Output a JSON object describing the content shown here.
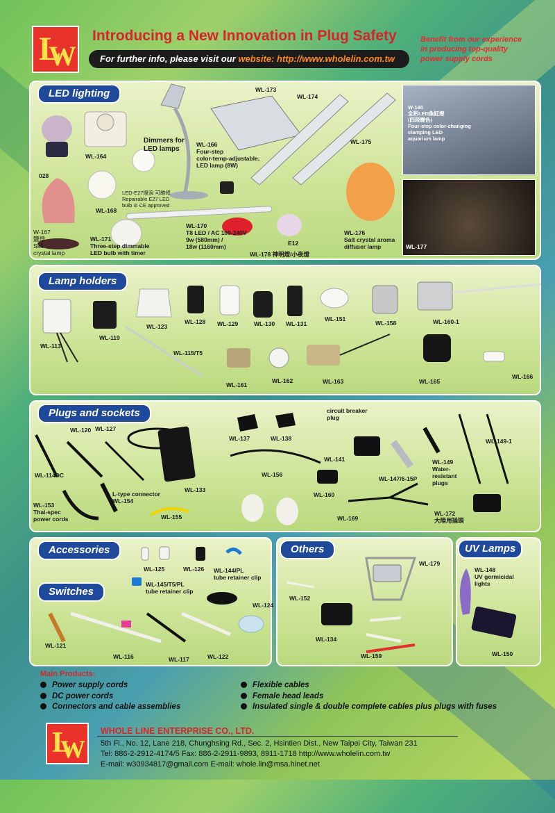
{
  "header": {
    "headline": "Introducing a New Innovation in Plug Safety",
    "info_prefix": "For further info, please visit our ",
    "info_link": "website: http://www.wholelin.com.tw",
    "benefit": [
      "Benefit from our experience",
      "in producing top-quality",
      "power supply cords"
    ]
  },
  "logo": {
    "letters": "LW"
  },
  "sections": {
    "led": "LED lighting",
    "holders": "Lamp holders",
    "plugs": "Plugs and sockets",
    "accessories": "Accessories",
    "switches": "Switches",
    "others": "Others",
    "uv": "UV Lamps"
  },
  "led_labels": {
    "l028": "028",
    "wl164": "WL-164",
    "dimmers": "Dimmers for\nLED lamps",
    "wl166": "WL-166\nFour-step\ncolor-temp-adjustable,\nLED lamp (8W)",
    "wl173": "WL-173",
    "wl174": "WL-174",
    "wl175": "WL-175",
    "wl165": "W-165\n全彩LED魚缸燈\n(四段變色)\nFour-step color-changing\nclamping LED\naquarium lamp",
    "wl168": "WL-168",
    "e27": "LED-E27燈泡 可維修\nRepairable E27 LED\nbulb ⊘ CE approved",
    "wl167": "W-167\n鹽燈\nSalt\ncrystal lamp",
    "wl171": "WL-171\nThree-step dimmable\nLED bulb with timer",
    "wl170": "WL-170\nT8 LED / AC 100-240V\n9w (580mm) /\n18w (1160mm)",
    "e12": "E12",
    "wl178": "WL-178 神明燈/小夜燈",
    "wl176": "WL-176\nSalt crystal aroma\ndiffuser lamp",
    "wl177": "WL-177"
  },
  "holder_labels": [
    "WL-113",
    "WL-119",
    "WL-115/T5",
    "WL-123",
    "WL-128",
    "WL-129",
    "WL-130",
    "WL-131",
    "WL-151",
    "WL-158",
    "WL-160-1",
    "WL-161",
    "WL-162",
    "WL-163",
    "WL-165",
    "WL-166"
  ],
  "plug_labels": {
    "wl114dc": "WL-114DC",
    "wl120": "WL-120",
    "wl127": "WL-127",
    "wl133": "WL-133",
    "wl137": "WL-137",
    "wl138": "WL-138",
    "cb": "circuit breaker\nplug",
    "wl141": "WL-141",
    "wl156": "WL-156",
    "wl147": "WL-147/6-15P",
    "wl149": "WL-149\nWater-\nresistant\nplugs",
    "wl1491": "WL-149-1",
    "wl153": "WL-153\nThai-spec\npower cords",
    "ltype": "L-type connector\nWL-154",
    "wl155": "WL-155",
    "wl160": "WL-160",
    "wl169": "WL-169",
    "wl172": "WL-172\n大陸用插頭"
  },
  "acc_labels": {
    "wl125": "WL-125",
    "wl126": "WL-126",
    "wl144": "WL-144/PL\ntube retainer clip",
    "wl145": "WL-145/T5/PL\ntube retainer clip",
    "wl124": "WL-124",
    "wl121": "WL-121",
    "wl116": "WL-116",
    "wl117": "WL-117",
    "wl122": "WL-122"
  },
  "other_labels": {
    "wl179": "WL-179",
    "wl152": "WL-152",
    "wl134": "WL-134",
    "wl159": "WL-159"
  },
  "uv_labels": {
    "wl148": "WL-148\nUV germicidal\nlights",
    "wl150": "WL-150"
  },
  "main_products": {
    "title": "Main Products:",
    "left": [
      "Power supply cords",
      "DC power cords",
      "Connectors and cable assemblies"
    ],
    "right": [
      "Flexible cables",
      "Female head leads",
      "Insulated single & double complete cables plus plugs with fuses"
    ]
  },
  "footer": {
    "company": "WHOLE LINE ENTERPRISE CO., LTD.",
    "address": "5th Fl., No. 12, Lane 218, Chunghsing Rd., Sec. 2, Hsintien Dist., New Taipei City, Taiwan 231",
    "phone": "Tel: 886-2-2912-4174/5   Fax: 886-2-2911-9893, 8911-1718   http://www.wholelin.com.tw",
    "email": "E-mail: w30934817@gmail.com      E-mail: whole.lin@msa.hinet.net"
  }
}
